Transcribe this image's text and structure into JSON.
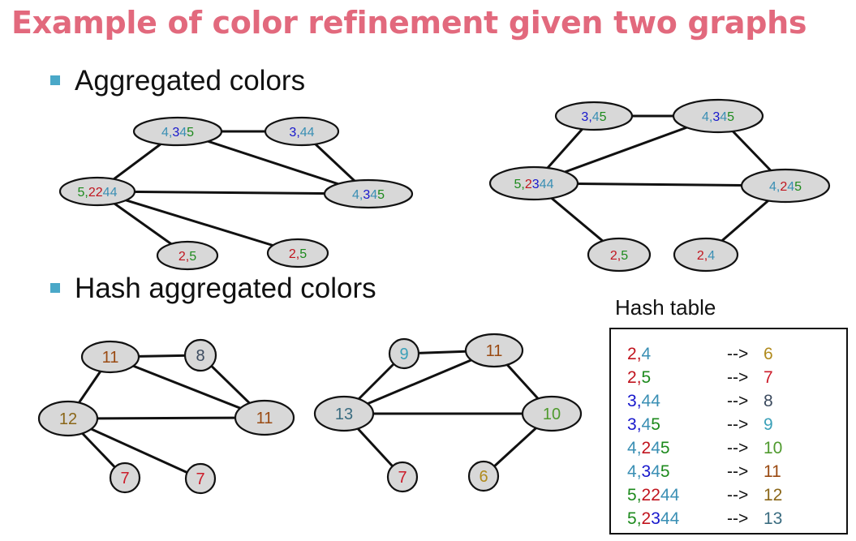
{
  "title": "Example of color refinement given two graphs",
  "section1": "Aggregated colors",
  "section2": "Hash aggregated colors",
  "colors": {
    "2": "#c0141e",
    "3": "#1717cc",
    "4": "#3a8fb4",
    "5": "#1d8a1d",
    "6": "#b08a1c",
    "7": "#cc1c2a",
    "8": "#3b4a5e",
    "9": "#3aa0b8",
    "10": "#4f9a2e",
    "11": "#9a4a12",
    "12": "#8a6618",
    "13": "#3a6c80",
    "node_fill": "#d8d8d8",
    "edge": "#111111"
  },
  "aggregated_graphs": [
    {
      "nodes": [
        {
          "id": "a",
          "label": "4,345"
        },
        {
          "id": "b",
          "label": "3,44"
        },
        {
          "id": "c",
          "label": "5,2244"
        },
        {
          "id": "d",
          "label": "4,345"
        },
        {
          "id": "e",
          "label": "2,5"
        },
        {
          "id": "f",
          "label": "2,5"
        }
      ],
      "edges": [
        [
          "a",
          "b"
        ],
        [
          "a",
          "c"
        ],
        [
          "a",
          "d"
        ],
        [
          "b",
          "d"
        ],
        [
          "c",
          "d"
        ],
        [
          "c",
          "e"
        ],
        [
          "c",
          "f"
        ]
      ]
    },
    {
      "nodes": [
        {
          "id": "a",
          "label": "3,45"
        },
        {
          "id": "b",
          "label": "4,345"
        },
        {
          "id": "c",
          "label": "5,2344"
        },
        {
          "id": "d",
          "label": "4,245"
        },
        {
          "id": "e",
          "label": "2,5"
        },
        {
          "id": "f",
          "label": "2,4"
        }
      ],
      "edges": [
        [
          "a",
          "b"
        ],
        [
          "a",
          "c"
        ],
        [
          "b",
          "c"
        ],
        [
          "b",
          "d"
        ],
        [
          "c",
          "d"
        ],
        [
          "c",
          "e"
        ],
        [
          "d",
          "f"
        ]
      ]
    }
  ],
  "hashed_graphs": [
    {
      "nodes": [
        {
          "id": "a",
          "label": "11"
        },
        {
          "id": "b",
          "label": "8"
        },
        {
          "id": "c",
          "label": "12"
        },
        {
          "id": "d",
          "label": "11"
        },
        {
          "id": "e",
          "label": "7"
        },
        {
          "id": "f",
          "label": "7"
        }
      ],
      "edges": [
        [
          "a",
          "b"
        ],
        [
          "a",
          "c"
        ],
        [
          "a",
          "d"
        ],
        [
          "b",
          "d"
        ],
        [
          "c",
          "d"
        ],
        [
          "c",
          "e"
        ],
        [
          "c",
          "f"
        ]
      ]
    },
    {
      "nodes": [
        {
          "id": "a",
          "label": "9"
        },
        {
          "id": "b",
          "label": "11"
        },
        {
          "id": "c",
          "label": "13"
        },
        {
          "id": "d",
          "label": "10"
        },
        {
          "id": "e",
          "label": "7"
        },
        {
          "id": "f",
          "label": "6"
        }
      ],
      "edges": [
        [
          "a",
          "b"
        ],
        [
          "a",
          "c"
        ],
        [
          "b",
          "c"
        ],
        [
          "b",
          "d"
        ],
        [
          "c",
          "d"
        ],
        [
          "c",
          "e"
        ],
        [
          "d",
          "f"
        ]
      ]
    }
  ],
  "hash_table": {
    "title": "Hash table",
    "rows": [
      {
        "key": "2,4",
        "arrow": "-->",
        "value": "6"
      },
      {
        "key": "2,5",
        "arrow": "-->",
        "value": "7"
      },
      {
        "key": "3,44",
        "arrow": "-->",
        "value": "8"
      },
      {
        "key": "3,45",
        "arrow": "-->",
        "value": "9"
      },
      {
        "key": "4,245",
        "arrow": "-->",
        "value": "10"
      },
      {
        "key": "4,345",
        "arrow": "-->",
        "value": "11"
      },
      {
        "key": "5,2244",
        "arrow": "-->",
        "value": "12"
      },
      {
        "key": "5,2344",
        "arrow": "-->",
        "value": "13"
      }
    ]
  }
}
